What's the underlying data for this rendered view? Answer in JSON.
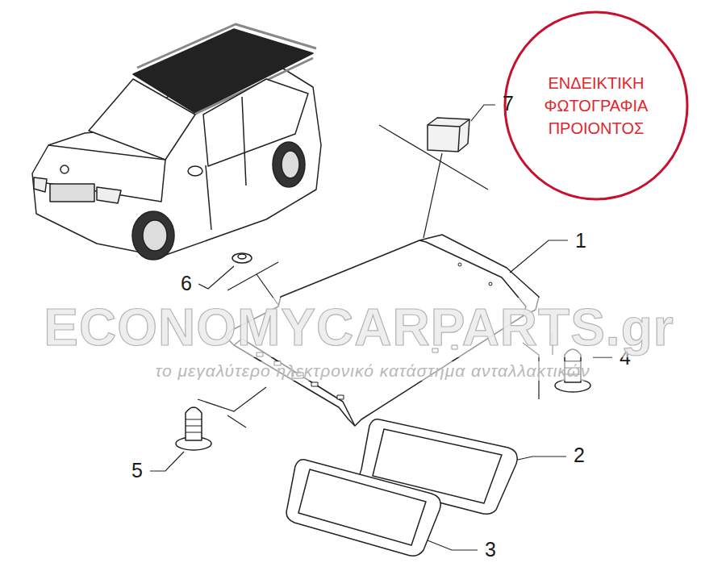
{
  "diagram": {
    "nodes": [
      {
        "text": [
          "ΕΝΔΕΙΚΤΙΚΗ ΦΩΤΟΓΡΑΦΙΑ ΠΡΟΙΟΝΤΟΣ"
        ]
      }
    ],
    "labels": [
      "7",
      "1",
      "6",
      "4",
      "2",
      "5",
      "3",
      "ECONOMYCARPARTS.gr",
      "το μεγαλύτερο ηλεκτρονικό κατάστημα ανταλλακτικών"
    ]
  }
}
